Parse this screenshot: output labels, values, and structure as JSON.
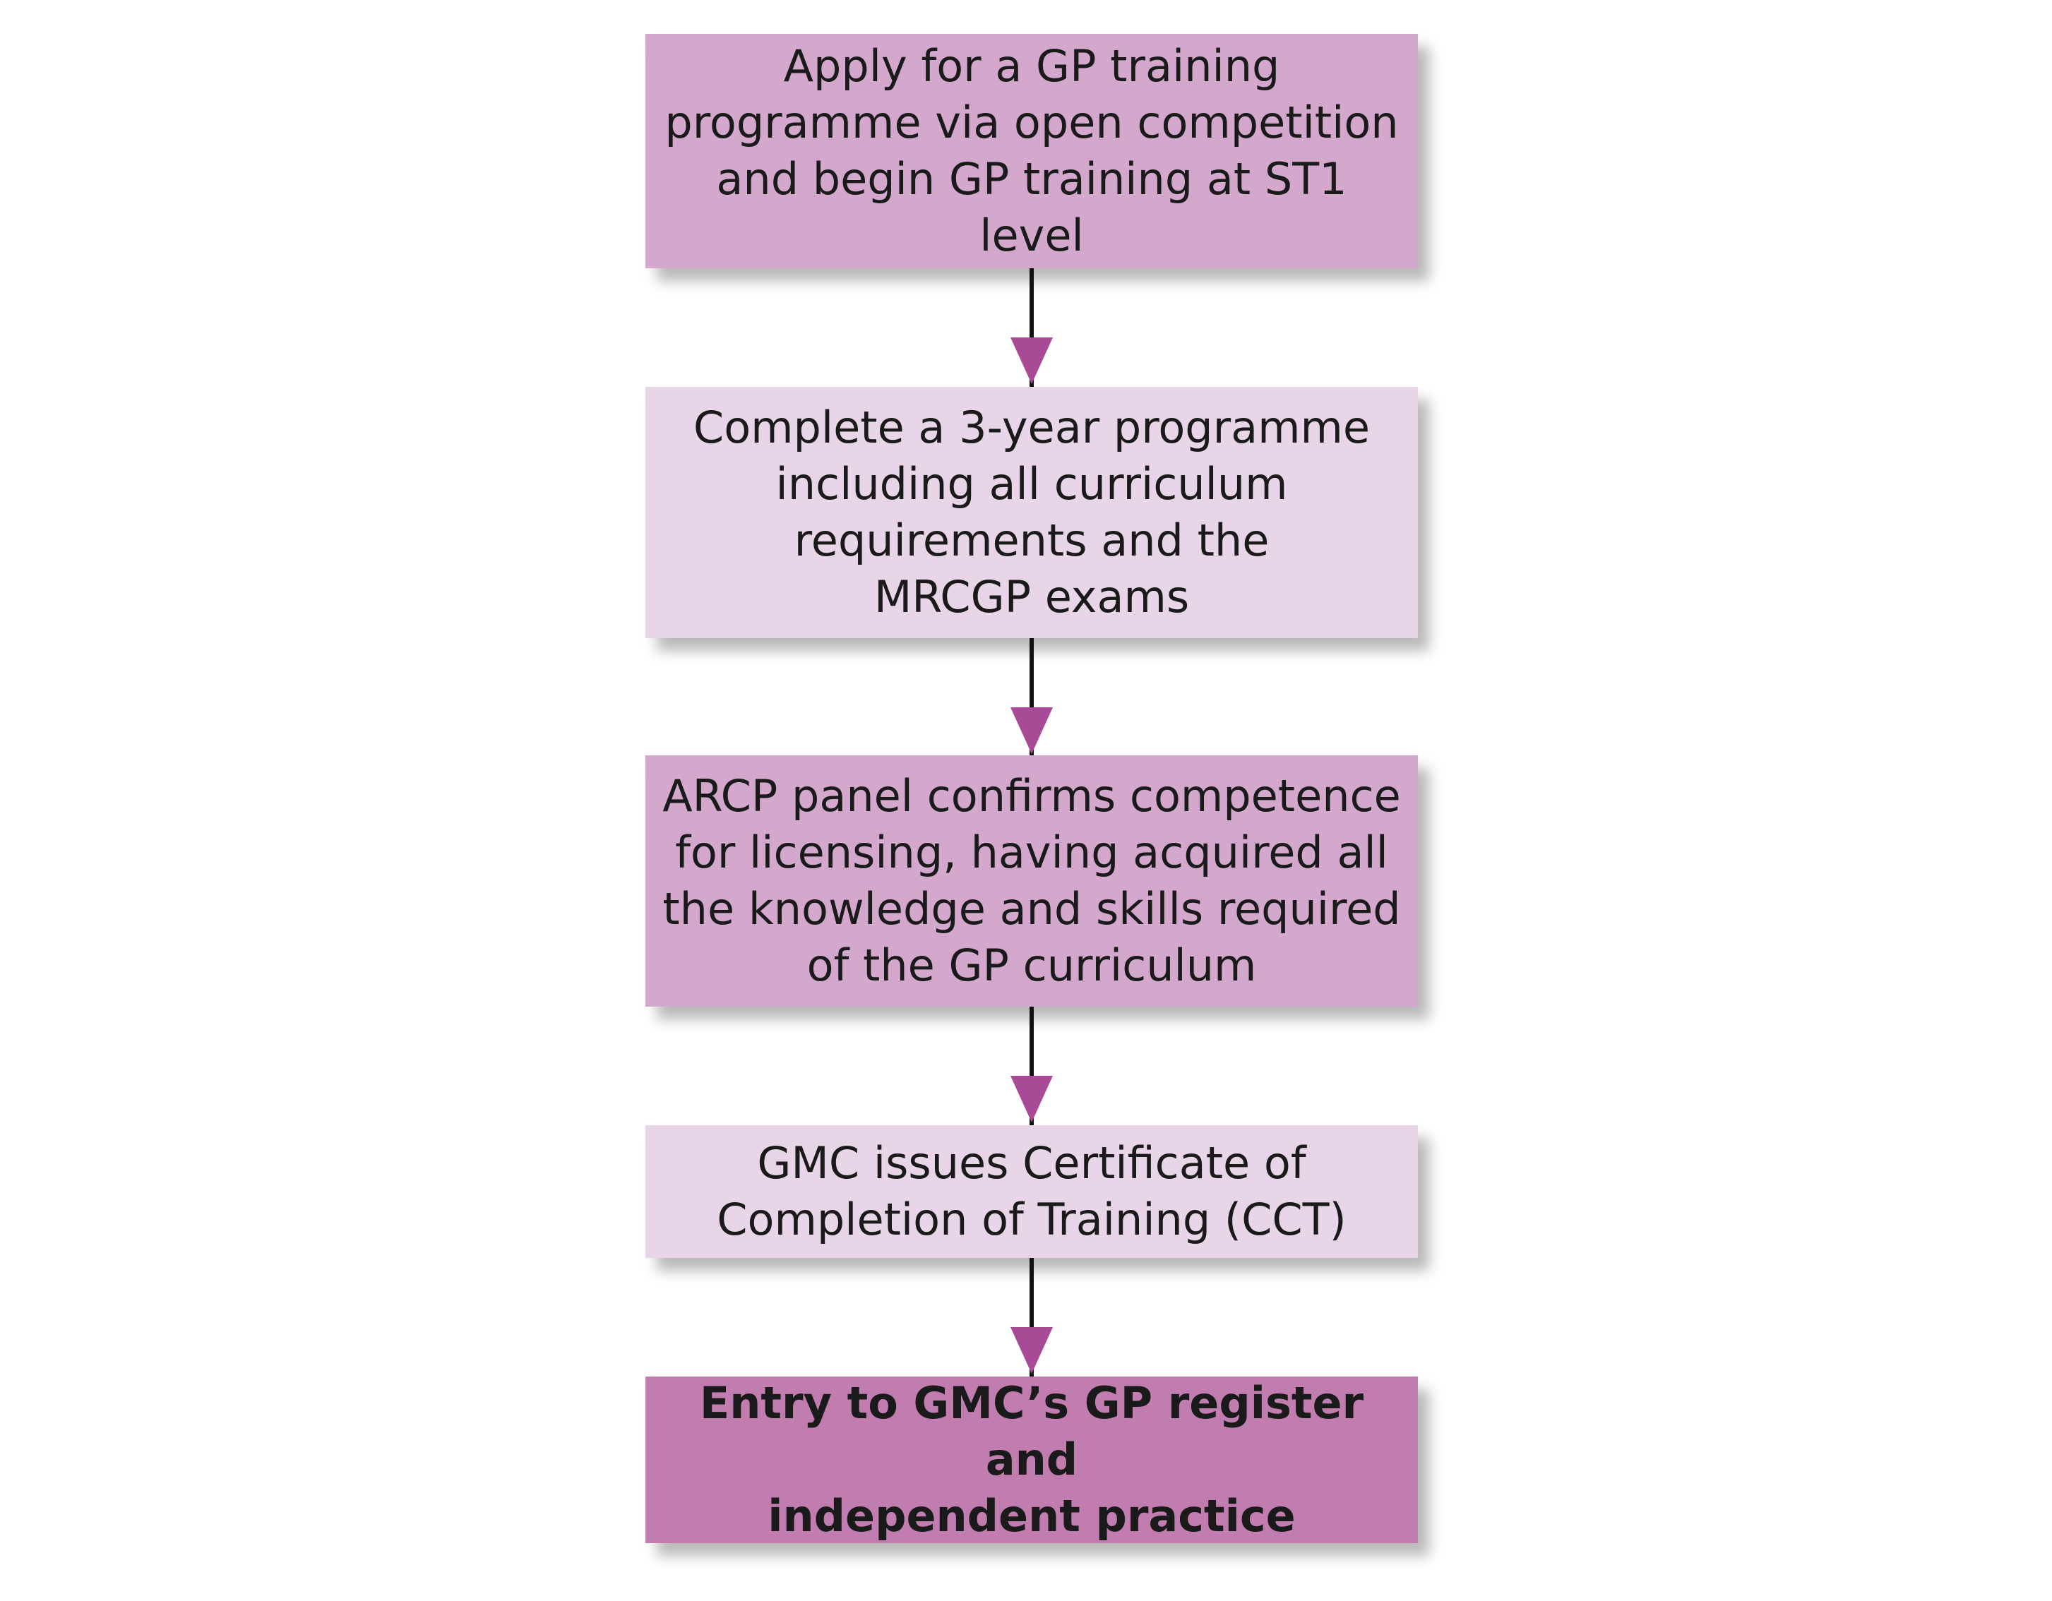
{
  "colors": {
    "box_dark": "#d4a8cd",
    "box_light": "#e8d5e7",
    "box_final": "#c17daf",
    "arrow_head": "#a94a96",
    "arrow_line": "#111111"
  },
  "steps": [
    {
      "text": "Apply for a GP training\nprogramme via open competition\nand begin GP training at ST1 level",
      "fill": "dark"
    },
    {
      "text": "Complete a 3-year programme\nincluding all curriculum\nrequirements and the\nMRCGP exams",
      "fill": "light"
    },
    {
      "text": "ARCP panel confirms competence\nfor licensing, having acquired all\nthe knowledge and skills required\nof the GP curriculum",
      "fill": "dark"
    },
    {
      "text": "GMC issues Certificate of\nCompletion of Training (CCT)",
      "fill": "light"
    },
    {
      "text": "Entry to GMC’s GP register and\nindependent practice",
      "fill": "final"
    }
  ],
  "connector_icon": "arrow-down-icon"
}
